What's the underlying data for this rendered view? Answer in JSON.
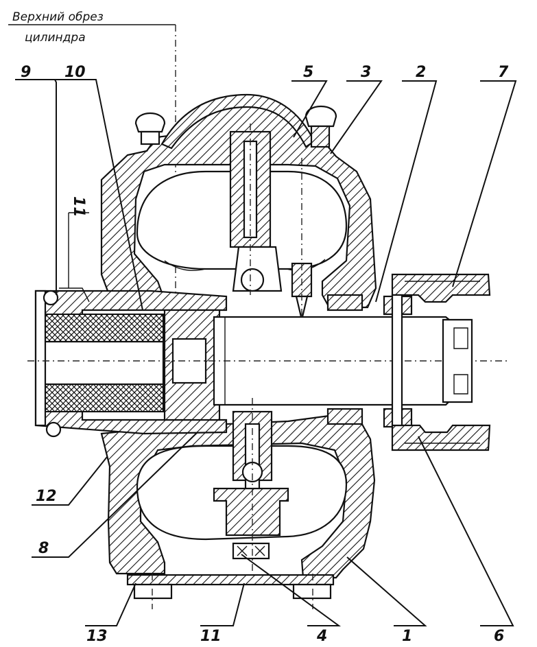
{
  "caption": {
    "line1": "Верхний обрез",
    "line2": "цилиндра"
  },
  "callouts": {
    "c1": "1",
    "c2": "2",
    "c3": "3",
    "c4": "4",
    "c5": "5",
    "c6": "6",
    "c7": "7",
    "c8": "8",
    "c9": "9",
    "c10": "10",
    "c11_top": "11",
    "c11_bottom": "11",
    "c12": "12",
    "c13": "13"
  },
  "colors": {
    "ink": "#111111",
    "paper": "#ffffff"
  }
}
